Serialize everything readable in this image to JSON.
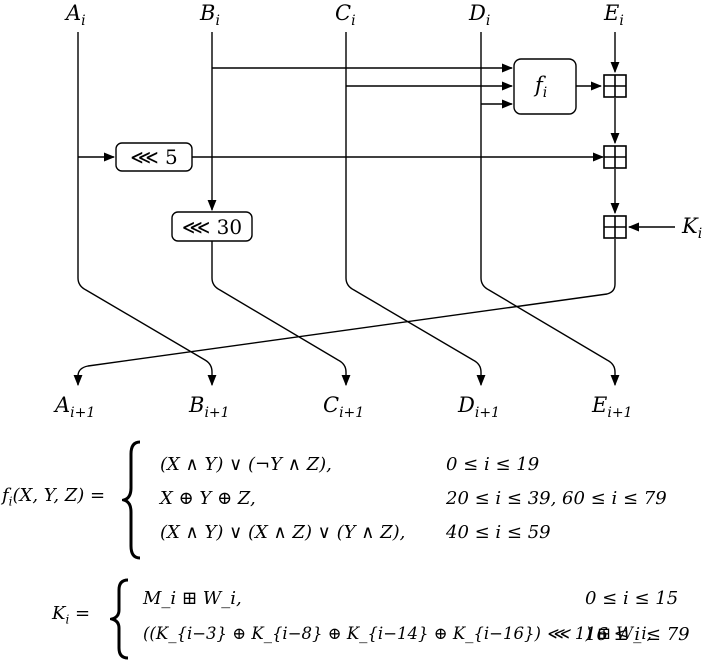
{
  "inputs": [
    "A",
    "B",
    "C",
    "D",
    "E"
  ],
  "input_sub": "i",
  "output_sub": "i+1",
  "k_label": "K",
  "ops": {
    "f_label": "f",
    "rot5": "⋘ 5",
    "rot30": "⋘ 30"
  },
  "f_def": {
    "lhs": "f",
    "lhs_args": "(X, Y, Z) =",
    "cases": [
      {
        "expr": "(X ∧ Y) ∨ (¬Y ∧ Z),",
        "cond": "0 ≤ i ≤ 19"
      },
      {
        "expr": "X ⊕ Y ⊕ Z,",
        "cond": "20 ≤ i ≤ 39,  60 ≤ i ≤ 79"
      },
      {
        "expr": "(X ∧ Y) ∨ (X ∧ Z) ∨ (Y ∧ Z),",
        "cond": "40 ≤ i ≤ 59"
      }
    ]
  },
  "k_def": {
    "lhs": "K",
    "cases": [
      {
        "expr": "M_i ⊞ W_i,",
        "cond": "0 ≤ i ≤ 15"
      },
      {
        "expr": "((K_{i−3} ⊕ K_{i−8} ⊕ K_{i−14} ⊕ K_{i−16}) ⋘ 1) ⊞ W_i,",
        "cond": "16 ≤ i ≤ 79"
      }
    ]
  }
}
